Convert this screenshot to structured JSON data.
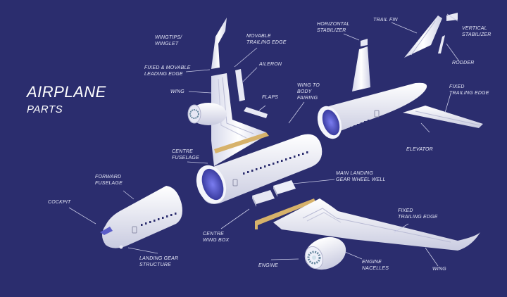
{
  "colors": {
    "background": "#2b2d6e",
    "part_white": "#f2f3fa",
    "part_shadow": "#c7c9de",
    "accent_gold": "#d7b26a",
    "intake_blue": "#5a5cc8",
    "leader_line": "#c9cbe6"
  },
  "title": {
    "main": "AIRPLANE",
    "sub": "PARTS"
  },
  "labels": {
    "winglet": "WINGTIPS/\nWINGLET",
    "movable_trailing_edge": "MOVABLE\nTRAILING EDGE",
    "leading_edge": "FIXED & MOVABLE\nLEADING EDGE",
    "aileron": "AILERON",
    "wing_upper": "WING",
    "flaps": "FLAPS",
    "wing_body_fairing": "WING TO\nBODY\nFAIRING",
    "horizontal_stabilizer": "HORIZONTAL\nSTABILIZER",
    "trail_fin": "TRAIL FIN",
    "vertical_stabilizer": "VERTICAL\nSTABILIZER",
    "rodder": "RODDER",
    "fixed_trailing_edge_tail": "FIXED\nTRAILING EDGE",
    "elevator": "ELEVATOR",
    "centre_fuselage": "CENTRE\nFUSELAGE",
    "main_landing_gear": "MAIN LANDING\nGEAR WHEEL WELL",
    "forward_fuselage": "FORWARD\nFUSELAGE",
    "cockpit": "COCKPIT",
    "centre_wing_box": "CENTRE\nWING BOX",
    "fixed_trailing_edge_wing": "FIXED\nTRAILING EDGE",
    "landing_gear": "LANDING GEAR\nSTRUCTURE",
    "engine": "ENGINE",
    "engine_nacelles": "ENGINE\nNACELLES",
    "wing_lower": "WING"
  }
}
